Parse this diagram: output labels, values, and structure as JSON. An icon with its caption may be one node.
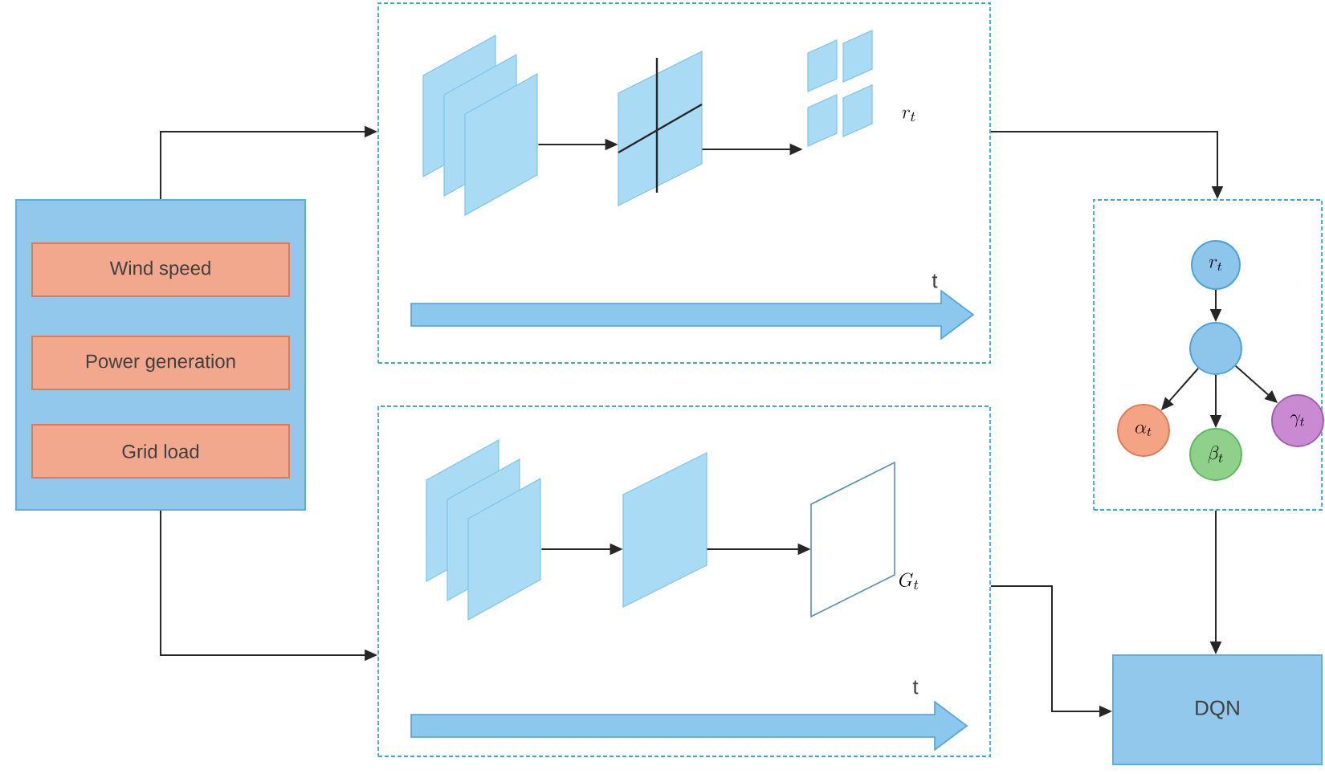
{
  "diagram": {
    "nodes": [
      {
        "text": [],
        "shape": "box"
      },
      {
        "text": [
          "Wind speed"
        ],
        "in": 0
      },
      {
        "text": [
          "Power generation"
        ],
        "in": 0
      },
      {
        "text": [
          "Grid load"
        ],
        "in": 0
      },
      {
        "text": [],
        "shape": "box"
      },
      {
        "text": [],
        "shape": "picture",
        "in": 4
      },
      {
        "text": [],
        "shape": "picture",
        "in": 4
      },
      {
        "text": [],
        "shape": "picture",
        "in": 4,
        "beside": [
          "r_t"
        ]
      },
      {
        "text": [],
        "shape": "box"
      },
      {
        "text": [],
        "shape": "picture",
        "in": 8
      },
      {
        "text": [],
        "shape": "parallelogram",
        "in": 8
      },
      {
        "text": [],
        "shape": "parallelogram",
        "in": 8,
        "beside": [
          "G_t"
        ]
      },
      {
        "text": [],
        "shape": "box"
      },
      {
        "text": [
          "r_t"
        ],
        "in": 12
      },
      {
        "text": [],
        "shape": "circle",
        "in": 12
      },
      {
        "text": [
          "\\alpha_t"
        ],
        "in": 12
      },
      {
        "text": [
          "\\beta_t"
        ],
        "in": 12
      },
      {
        "text": [
          "\\gamma_t"
        ],
        "in": 12
      },
      {
        "text": [
          "DQN"
        ]
      }
    ],
    "edges": [
      {
        "from": 0,
        "to": 4,
        "arrow": "to"
      },
      {
        "from": 0,
        "to": 8,
        "arrow": "to"
      },
      {
        "from": 5,
        "to": 6,
        "arrow": "to"
      },
      {
        "from": 6,
        "to": 7,
        "arrow": "to"
      },
      {
        "from": 9,
        "to": 10,
        "arrow": "to"
      },
      {
        "from": 10,
        "to": 11,
        "arrow": "to"
      },
      {
        "from": 4,
        "to": 12,
        "arrow": "to"
      },
      {
        "from": 13,
        "to": 14,
        "arrow": "to"
      },
      {
        "from": 14,
        "to": 15,
        "arrow": "to"
      },
      {
        "from": 14,
        "to": 16,
        "arrow": "to"
      },
      {
        "from": 14,
        "to": 17,
        "arrow": "to"
      },
      {
        "from": 12,
        "to": 18,
        "arrow": "to"
      },
      {
        "from": 8,
        "to": 18,
        "arrow": "to"
      }
    ],
    "labels": [
      "t",
      "t"
    ]
  }
}
